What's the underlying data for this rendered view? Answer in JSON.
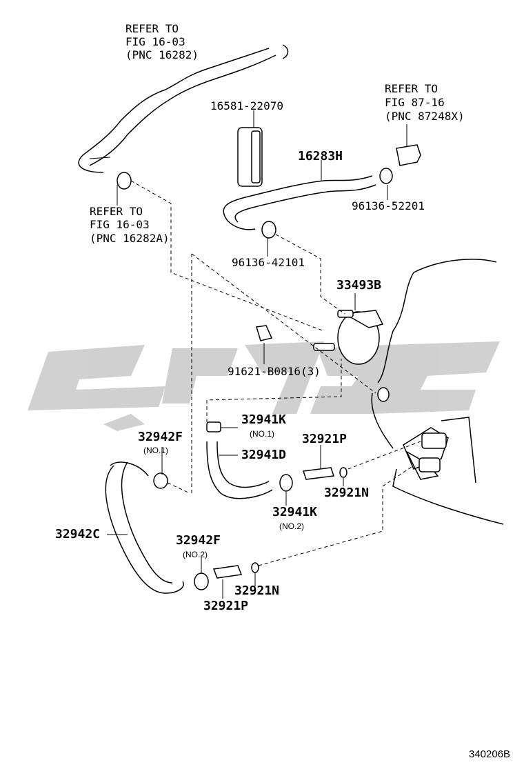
{
  "refs": {
    "top": [
      "REFER TO",
      "FIG 16-03",
      "(PNC 16282)"
    ],
    "left": [
      "REFER TO",
      "FIG 16-03",
      "(PNC 16282A)"
    ],
    "right": [
      "REFER TO",
      "FIG 87-16",
      "(PNC 87248X)"
    ]
  },
  "parts": {
    "p16581": "16581-22070",
    "p16283h": "16283H",
    "p96136_52201": "96136-52201",
    "p96136_42101": "96136-42101",
    "p33493b": "33493B",
    "p91621": "91621-B0816(3)",
    "p32941k_1": "32941K",
    "p32941k_1_note": "(NO.1)",
    "p32941d": "32941D",
    "p32942f_1": "32942F",
    "p32942f_1_note": "(NO.1)",
    "p32921p_1": "32921P",
    "p32921n_1": "32921N",
    "p32941k_2": "32941K",
    "p32941k_2_note": "(NO.2)",
    "p32942c": "32942C",
    "p32942f_2": "32942F",
    "p32942f_2_note": "(NO.2)",
    "p32921n_2": "32921N",
    "p32921p_2": "32921P"
  },
  "diagram_code": "340206B",
  "watermark_color": "#cccccc"
}
